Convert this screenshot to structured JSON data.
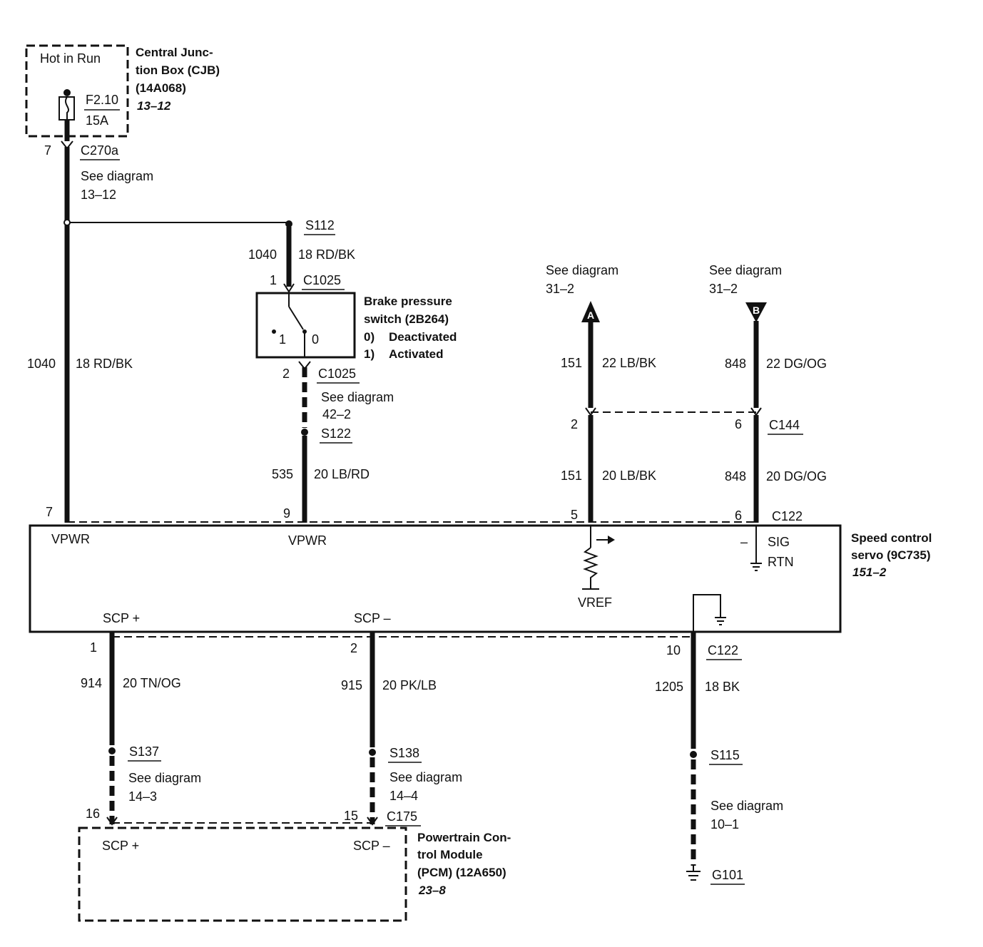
{
  "cjb": {
    "hot_in_run": "Hot in Run",
    "name_line1": "Central Junc-",
    "name_line2": "tion Box (CJB)",
    "name_line3": "(14A068)",
    "ref": "13–12",
    "fuse_id": "F2.10",
    "fuse_rating": "15A"
  },
  "c270a": {
    "pin": "7",
    "label": "C270a",
    "see1": "See diagram",
    "see2": "13–12"
  },
  "s112": {
    "label": "S112",
    "circuit": "1040",
    "wire": "18 RD/BK"
  },
  "main_wire": {
    "circuit": "1040",
    "wire": "18 RD/BK"
  },
  "brake_switch": {
    "pin_top": "1",
    "conn_top": "C1025",
    "name1": "Brake pressure",
    "name2": "switch (2B264)",
    "state0_num": "0)",
    "state0": "Deactivated",
    "state1_num": "1)",
    "state1": "Activated",
    "pos1": "1",
    "pos0": "0",
    "pin_bottom": "2",
    "conn_bottom": "C1025",
    "see1": "See diagram",
    "see2": "42–2"
  },
  "s122": {
    "label": "S122",
    "circuit": "535",
    "wire": "20 LB/RD"
  },
  "ref_a": {
    "see1": "See diagram",
    "see2": "31–2",
    "letter": "A",
    "circuit": "151",
    "wire": "22 LB/BK"
  },
  "ref_b": {
    "see1": "See diagram",
    "see2": "31–2",
    "letter": "B",
    "circuit": "848",
    "wire": "22 DG/OG"
  },
  "c144": {
    "pin_a": "2",
    "pin_b": "6",
    "label": "C144"
  },
  "lower_a": {
    "circuit": "151",
    "wire": "20 LB/BK"
  },
  "lower_b": {
    "circuit": "848",
    "wire": "20 DG/OG"
  },
  "c122_top": {
    "pin_vpwr1": "7",
    "pin_vpwr2": "9",
    "pin_vref": "5",
    "pin_sig": "6",
    "label": "C122"
  },
  "servo": {
    "vpwr1": "VPWR",
    "vpwr2": "VPWR",
    "vref": "VREF",
    "minus": "–",
    "sig": "SIG",
    "rtn": "RTN",
    "scp_plus": "SCP +",
    "scp_minus": "SCP –",
    "name1": "Speed control",
    "name2": "servo (9C735)",
    "ref": "151–2"
  },
  "c122_bottom": {
    "pin1": "1",
    "pin2": "2",
    "pin10": "10",
    "label": "C122"
  },
  "w914": {
    "circuit": "914",
    "wire": "20 TN/OG"
  },
  "w915": {
    "circuit": "915",
    "wire": "20 PK/LB"
  },
  "w1205": {
    "circuit": "1205",
    "wire": "18 BK"
  },
  "s137": {
    "label": "S137",
    "see1": "See diagram",
    "see2": "14–3"
  },
  "s138": {
    "label": "S138",
    "see1": "See diagram",
    "see2": "14–4"
  },
  "s115": {
    "label": "S115",
    "see1": "See diagram",
    "see2": "10–1"
  },
  "g101": {
    "label": "G101"
  },
  "pcm": {
    "pin16": "16",
    "pin15": "15",
    "conn": "C175",
    "scp_plus": "SCP +",
    "scp_minus": "SCP –",
    "name1": "Powertrain Con-",
    "name2": "trol Module",
    "name3": "(PCM) (12A650)",
    "ref": "23–8"
  }
}
